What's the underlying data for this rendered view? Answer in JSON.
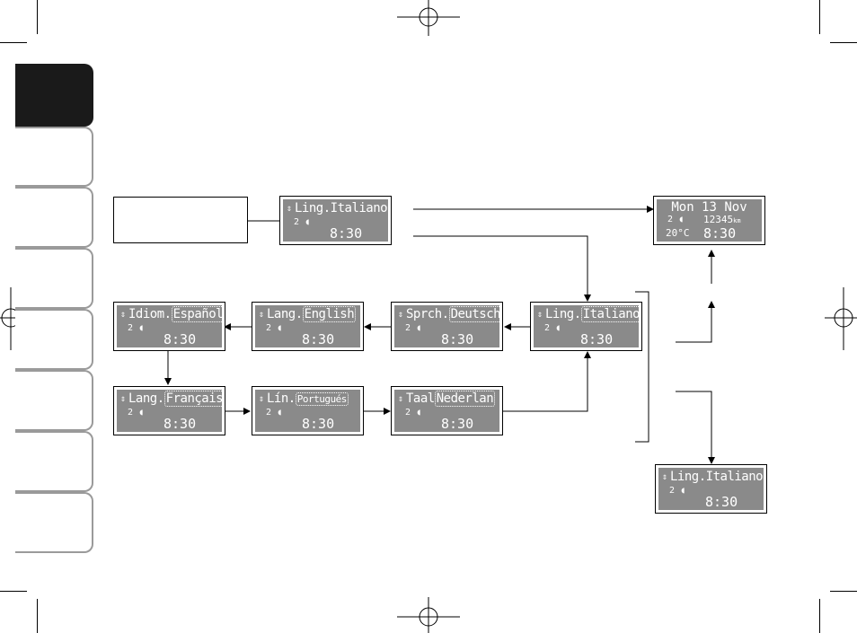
{
  "blank_box_text": "",
  "screens": {
    "main_start": {
      "label": "Ling.",
      "value": "Italiano",
      "volume": "2",
      "time": "8:30"
    },
    "date_display": {
      "date": "Mon 13 Nov",
      "volume": "2",
      "odometer": "12345",
      "odometer_unit": "km",
      "temperature": "20°C",
      "time": "8:30"
    },
    "italiano": {
      "label": "Ling.",
      "value": "Italiano",
      "volume": "2",
      "time": "8:30"
    },
    "deutsch": {
      "label": "Sprch.",
      "value": "Deutsch",
      "volume": "2",
      "time": "8:30"
    },
    "english": {
      "label": "Lang.",
      "value": "English",
      "volume": "2",
      "time": "8:30"
    },
    "espanol": {
      "label": "Idiom.",
      "value": "Español",
      "volume": "2",
      "time": "8:30"
    },
    "francais": {
      "label": "Lang.",
      "value": "Français",
      "volume": "2",
      "time": "8:30"
    },
    "portugues": {
      "label": "Lín.",
      "value": "Portugués",
      "volume": "2",
      "time": "8:30"
    },
    "nederlands": {
      "label": "Taal",
      "value": "Nederlan",
      "volume": "2",
      "time": "8:30"
    },
    "result": {
      "label": "Ling.",
      "value": "Italiano",
      "volume": "2",
      "time": "8:30"
    }
  },
  "icons": {
    "scroll": "up-down-arrow-icon",
    "volume": "speaker-icon"
  }
}
